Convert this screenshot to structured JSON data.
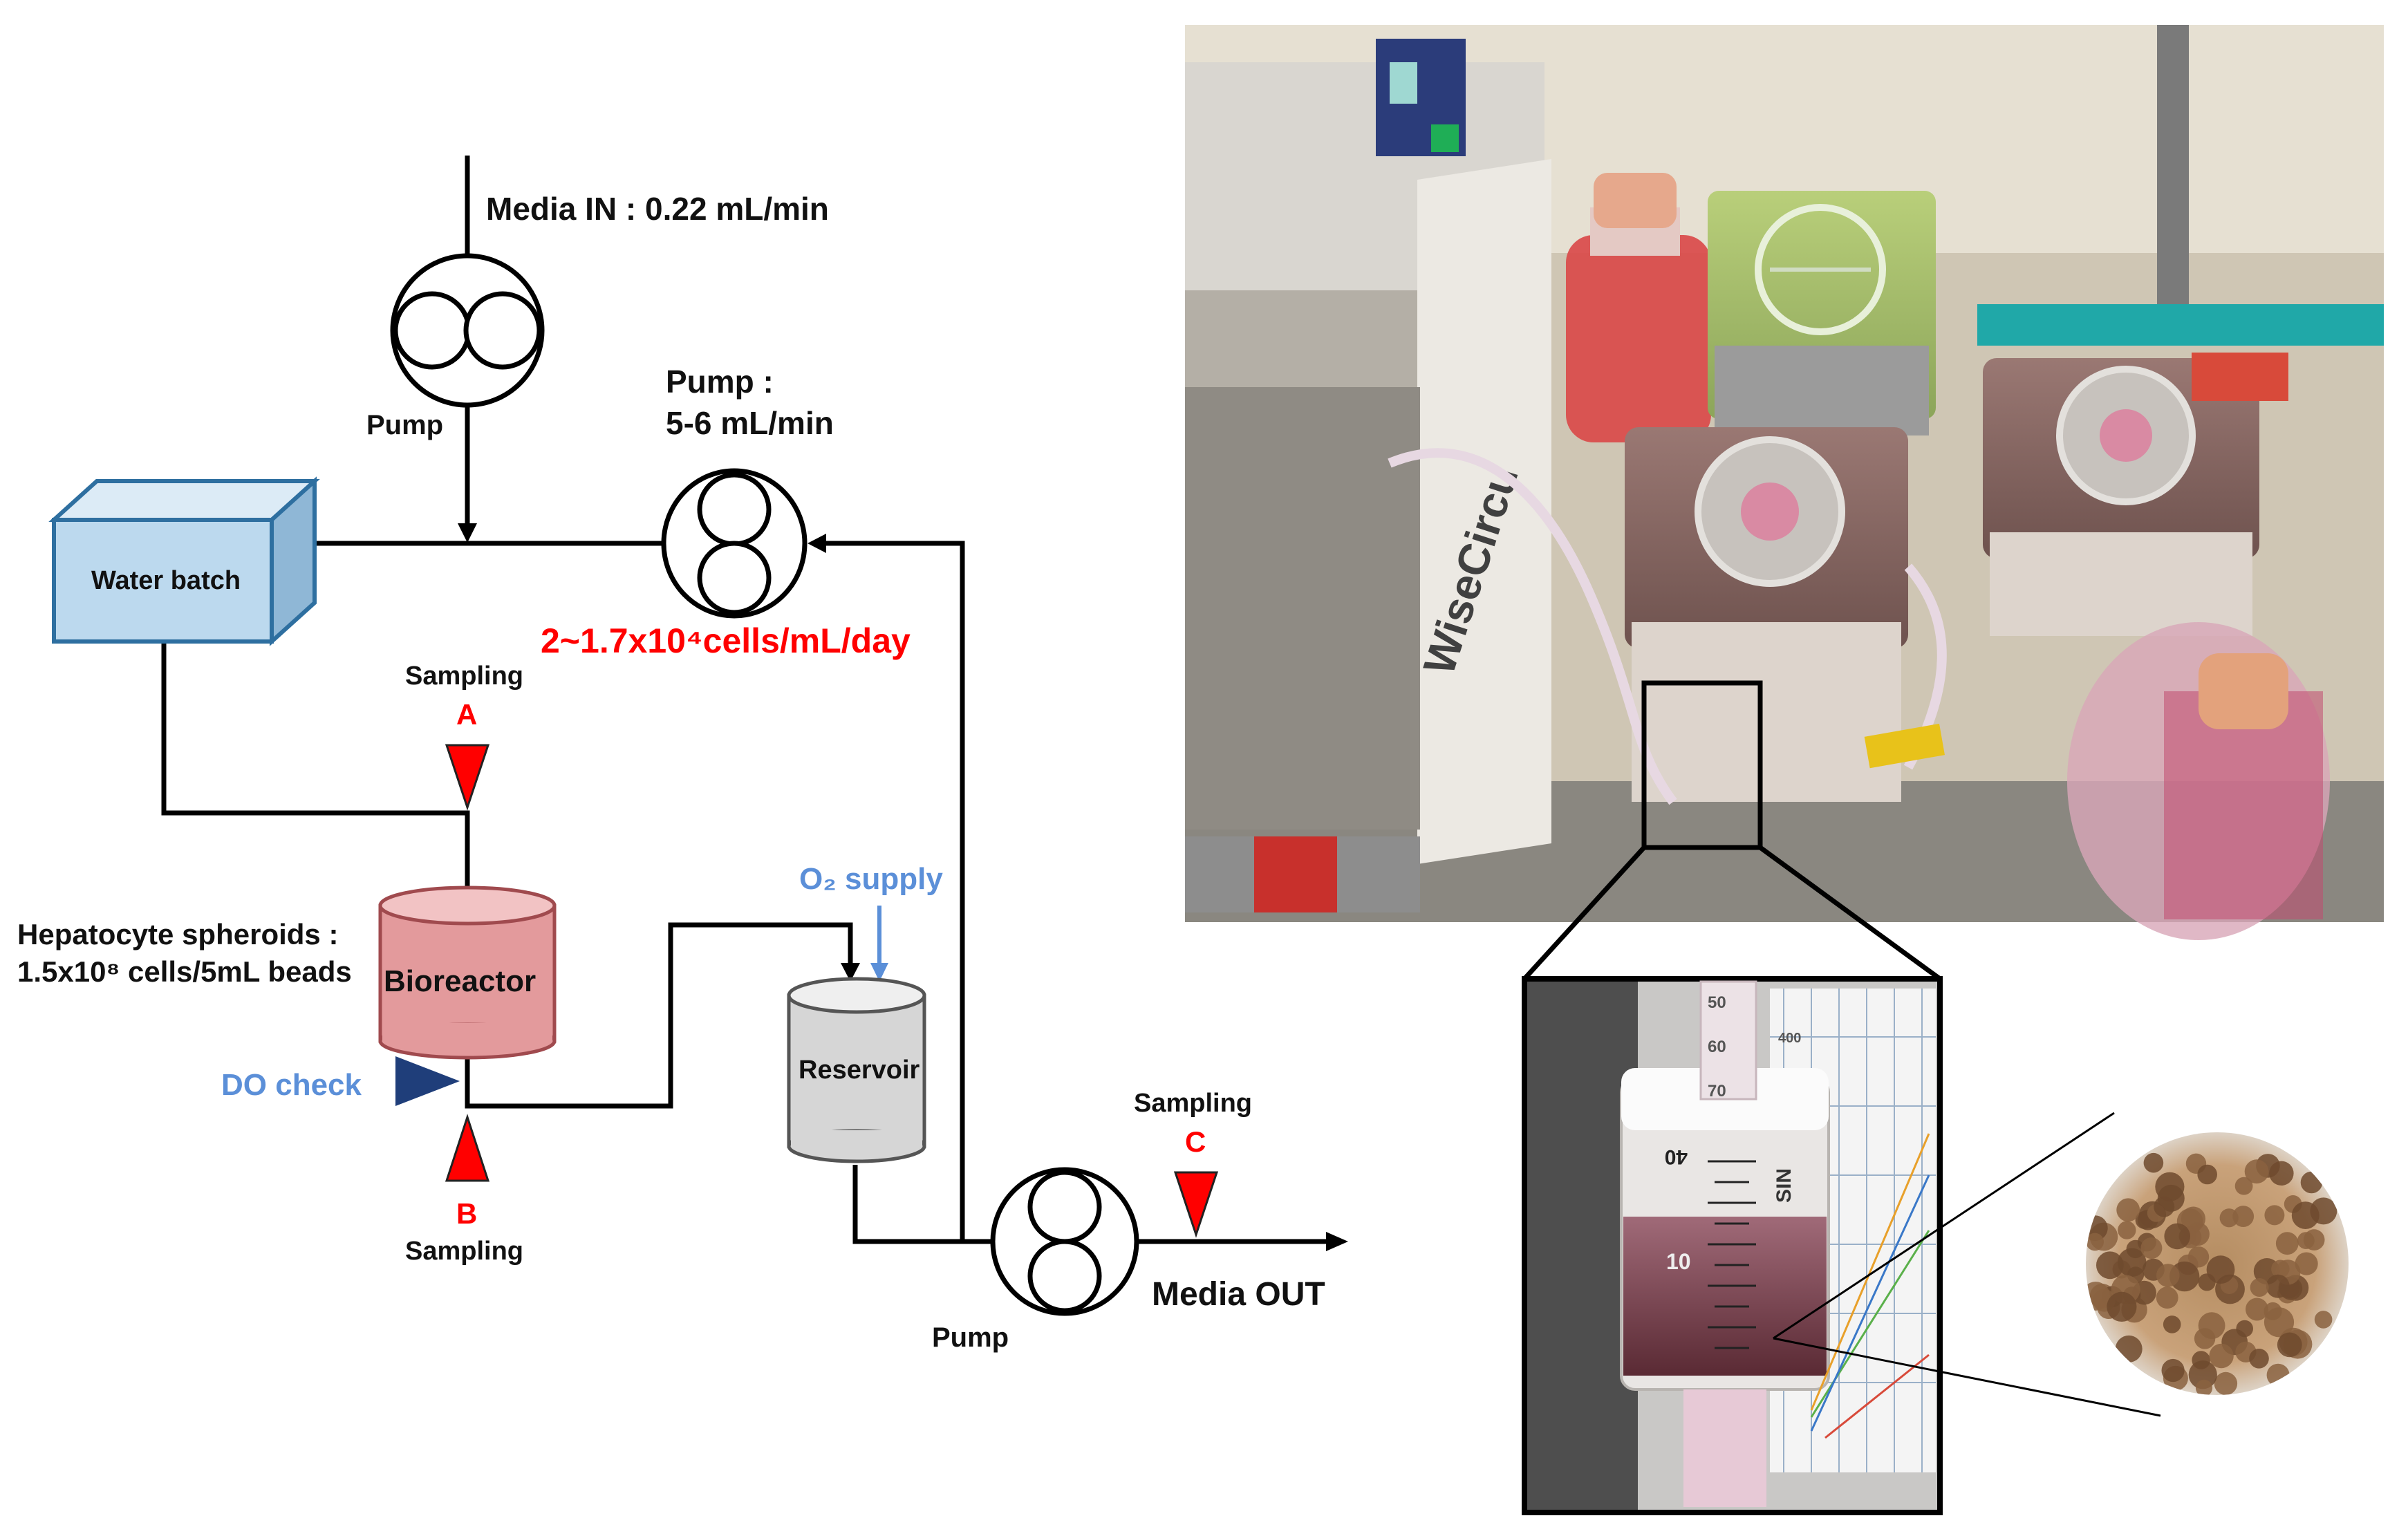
{
  "labels": {
    "media_in": "Media IN : 0.22 mL/min",
    "pump_top": "Pump",
    "pump_right_title": "Pump :",
    "pump_right_rate": "5-6 mL/min",
    "water_batch": "Water batch",
    "cell_rate": "2~1.7x10⁴cells/mL/day",
    "sampling_a": "Sampling",
    "marker_a": "A",
    "spheroids_title": "Hepatocyte spheroids :",
    "spheroids_detail": "1.5x10⁸ cells/5mL beads",
    "bioreactor": "Bioreactor",
    "o2_supply": "O₂ supply",
    "reservoir": "Reservoir",
    "do_check": "DO check",
    "marker_b": "B",
    "sampling_b": "Sampling",
    "sampling_c": "Sampling",
    "marker_c": "C",
    "media_out": "Media OUT",
    "pump_bottom": "Pump",
    "photo_device_brand": "WiseCircu",
    "photo_syringe_label": "SIN",
    "photo_scale_10": "10",
    "photo_scale_40": "40",
    "photo_scale_50": "50",
    "photo_scale_60": "60",
    "photo_scale_70": "70",
    "photo_scale_400": "400"
  },
  "colors": {
    "red_marker": "#ff0000",
    "blue_accent": "#5b8fd8",
    "do_triangle": "#1f3e7a",
    "water_batch_fill": "#bcd9ee",
    "water_batch_stroke": "#2e6fa0",
    "bioreactor_fill": "#e39a9c",
    "bioreactor_top": "#f2c3c4",
    "reservoir_fill": "#d6d6d6",
    "reservoir_top": "#efefef"
  },
  "icons": {
    "pump": "peristaltic-pump-icon",
    "sampling_marker": "triangle-marker-icon",
    "flow_arrow": "arrowhead-icon"
  }
}
